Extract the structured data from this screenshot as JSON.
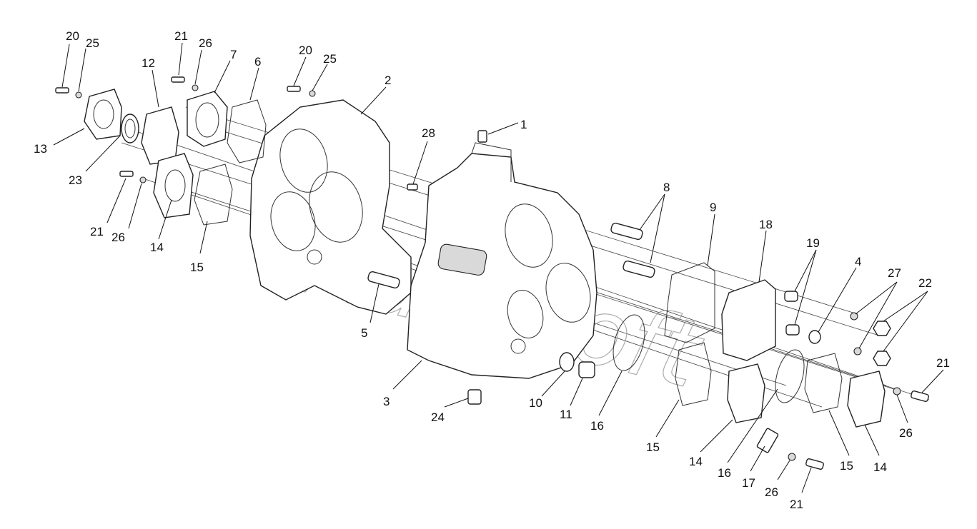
{
  "watermark": "AutoSoft",
  "callouts": [
    {
      "id": "c1",
      "text": "1"
    },
    {
      "id": "c2",
      "text": "2"
    },
    {
      "id": "c3",
      "text": "3"
    },
    {
      "id": "c4",
      "text": "4"
    },
    {
      "id": "c5",
      "text": "5"
    },
    {
      "id": "c6",
      "text": "6"
    },
    {
      "id": "c7",
      "text": "7"
    },
    {
      "id": "c8",
      "text": "8"
    },
    {
      "id": "c9",
      "text": "9"
    },
    {
      "id": "c10",
      "text": "10"
    },
    {
      "id": "c11",
      "text": "11"
    },
    {
      "id": "c12",
      "text": "12"
    },
    {
      "id": "c13",
      "text": "13"
    },
    {
      "id": "c14a",
      "text": "14"
    },
    {
      "id": "c14b",
      "text": "14"
    },
    {
      "id": "c14c",
      "text": "14"
    },
    {
      "id": "c15a",
      "text": "15"
    },
    {
      "id": "c15b",
      "text": "15"
    },
    {
      "id": "c15c",
      "text": "15"
    },
    {
      "id": "c16a",
      "text": "16"
    },
    {
      "id": "c16b",
      "text": "16"
    },
    {
      "id": "c17",
      "text": "17"
    },
    {
      "id": "c18",
      "text": "18"
    },
    {
      "id": "c19",
      "text": "19"
    },
    {
      "id": "c20a",
      "text": "20"
    },
    {
      "id": "c20b",
      "text": "20"
    },
    {
      "id": "c21a",
      "text": "21"
    },
    {
      "id": "c21b",
      "text": "21"
    },
    {
      "id": "c21c",
      "text": "21"
    },
    {
      "id": "c21d",
      "text": "21"
    },
    {
      "id": "c22",
      "text": "22"
    },
    {
      "id": "c23",
      "text": "23"
    },
    {
      "id": "c24",
      "text": "24"
    },
    {
      "id": "c25a",
      "text": "25"
    },
    {
      "id": "c25b",
      "text": "25"
    },
    {
      "id": "c26a",
      "text": "26"
    },
    {
      "id": "c26b",
      "text": "26"
    },
    {
      "id": "c26c",
      "text": "26"
    },
    {
      "id": "c26d",
      "text": "26"
    },
    {
      "id": "c27",
      "text": "27"
    },
    {
      "id": "c28",
      "text": "28"
    }
  ]
}
